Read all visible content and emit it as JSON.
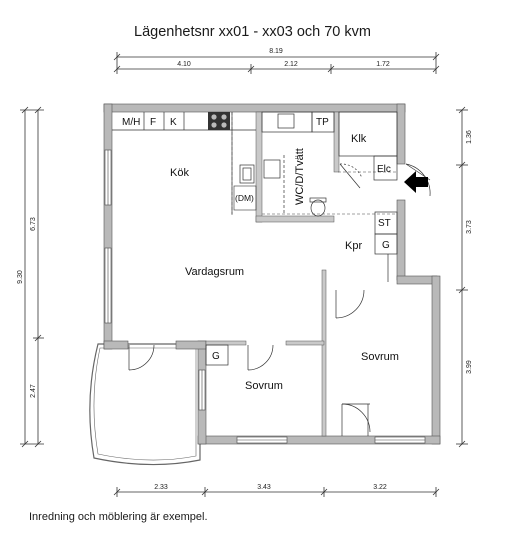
{
  "title": "Lägenhetsnr xx01 - xx03 och 70 kvm",
  "footnote": "Inredning och möblering är exempel.",
  "dimensions": {
    "top_total": "8.19",
    "top_segments": [
      "4.10",
      "2.12",
      "1.72"
    ],
    "bottom_segments": [
      "2.33",
      "3.43",
      "3.22"
    ],
    "left_total": "9.30",
    "left_segments": [
      "6.73",
      "2.47"
    ],
    "right_segments": [
      "1.36",
      "3.73",
      "3.99"
    ]
  },
  "rooms": {
    "kitchen": "Kök",
    "living": "Vardagsrum",
    "bedroom_left": "Sovrum",
    "bedroom_right": "Sovrum",
    "wc": "WC/D/Tvätt",
    "closet": "Klk",
    "hall": "Kpr"
  },
  "fixtures": {
    "mh": "M/H",
    "f": "F",
    "k": "K",
    "dm": "(DM)",
    "tp": "TP",
    "elc": "Elc",
    "st": "ST",
    "g_hall": "G",
    "g_bedroom": "G"
  },
  "colors": {
    "wall": "#b9b9b9",
    "wall_edge": "#555555",
    "line": "#333333",
    "entrance_arrow": "#000000"
  }
}
